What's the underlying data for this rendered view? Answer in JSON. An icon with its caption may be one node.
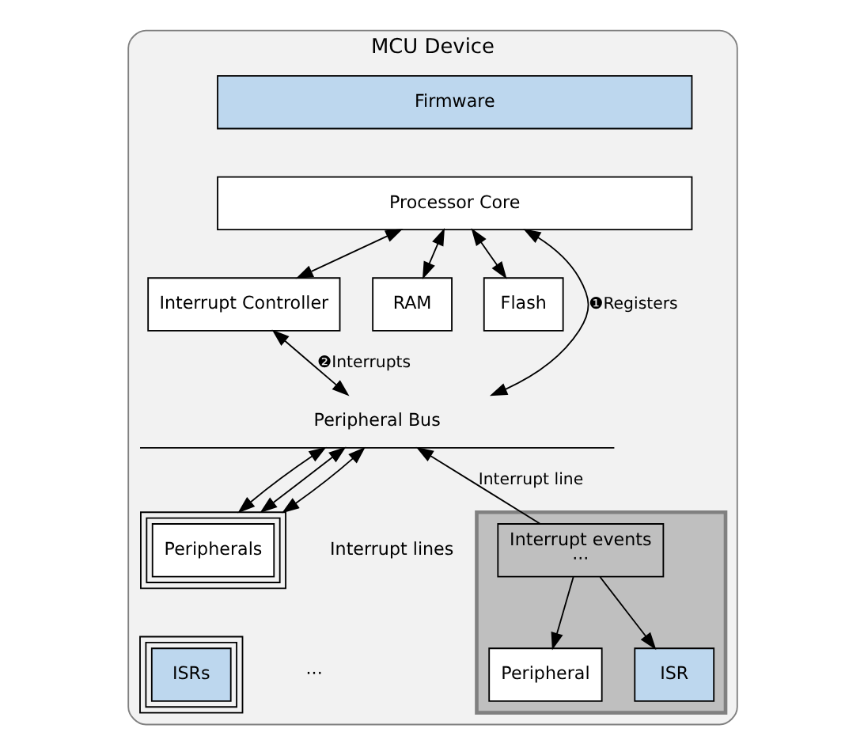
{
  "diagram": {
    "nodes": [
      {
        "text": [
          "MCU Device"
        ]
      },
      {
        "text": [
          "Firmware"
        ],
        "in": 0
      },
      {
        "text": [
          "Processor Core"
        ],
        "in": 0
      },
      {
        "text": [
          "Interrupt Controller"
        ],
        "in": 0
      },
      {
        "text": [
          "RAM"
        ],
        "in": 0
      },
      {
        "text": [
          "Flash"
        ],
        "in": 0
      },
      {
        "text": [
          "Peripheral Bus"
        ],
        "in": 0
      },
      {
        "text": [],
        "shape": "pentagon",
        "in": 0
      },
      {
        "text": [
          "Interrupt events",
          "···"
        ],
        "in": 7
      },
      {
        "text": [
          "Peripheral"
        ],
        "in": 7
      },
      {
        "text": [
          "ISR"
        ],
        "in": 7
      },
      {
        "text": [
          "Peripherals"
        ],
        "in": 0
      },
      {
        "text": [
          "ISRs"
        ],
        "in": 0
      }
    ],
    "edges": [
      {
        "from": 2,
        "to": 3,
        "arrow": "both"
      },
      {
        "from": 2,
        "to": 4,
        "arrow": "both"
      },
      {
        "from": 2,
        "to": 5,
        "arrow": "both"
      },
      {
        "from": 6,
        "to": 2,
        "arrow": "both",
        "label": "❶Registers"
      },
      {
        "from": 3,
        "to": 6,
        "arrow": "both",
        "label": "❷Interrupts"
      },
      {
        "from": 8,
        "to": 6,
        "arrow": "to",
        "label": "Interrupt line"
      },
      {
        "from": 8,
        "to": 9,
        "arrow": "to"
      },
      {
        "from": 8,
        "to": 10,
        "arrow": "to"
      },
      {
        "from": 6,
        "to": 11,
        "arrow": "both"
      },
      {
        "from": 6,
        "to": 11,
        "arrow": "both"
      },
      {
        "from": 6,
        "to": 11,
        "arrow": "both"
      }
    ],
    "labels": [
      "Interrupt lines",
      "···"
    ]
  }
}
